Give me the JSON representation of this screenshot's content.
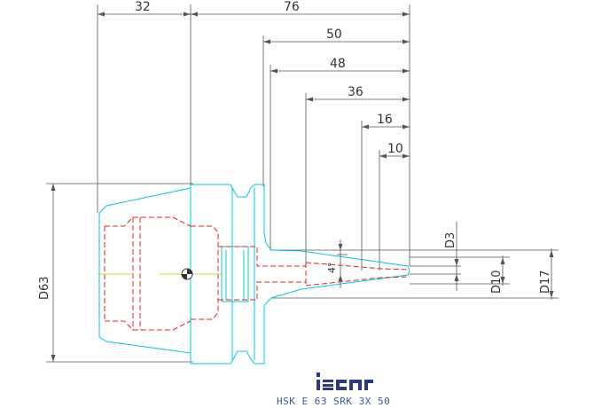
{
  "drawing": {
    "title_caption": "HSK E 63 SRK 3X 50",
    "logo_text": "iscar",
    "colors": {
      "dimension": "#555555",
      "outline": "#00c8e0",
      "hidden": "#e02020",
      "centerline": "#c8c800",
      "caption": "#3a5aa8",
      "logo": "#2a3a8a"
    },
    "dimensions": {
      "top_left": "32",
      "top_total": "76",
      "length_50": "50",
      "length_48": "48",
      "length_36": "36",
      "length_16": "16",
      "length_10": "10",
      "diameter_flange": "D63",
      "diameter_3": "D3",
      "diameter_10": "D10",
      "diameter_17": "D17",
      "taper_angle": "4°"
    }
  }
}
